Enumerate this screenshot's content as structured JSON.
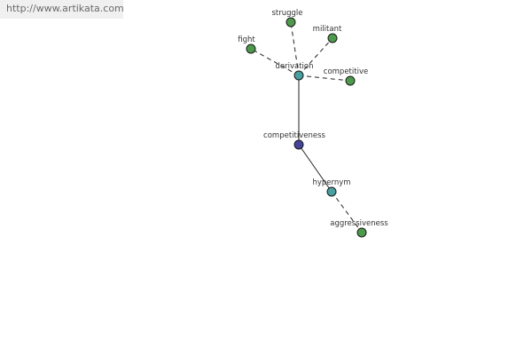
{
  "source_url": "http://www.artikata.com",
  "colors": {
    "root": "#44449a",
    "relation": "#4aa0a0",
    "word": "#4d9a4d"
  },
  "nodes": [
    {
      "id": "competitiveness",
      "label": "competitiveness",
      "kind": "root"
    },
    {
      "id": "derivation",
      "label": "derivation",
      "kind": "relation"
    },
    {
      "id": "hypernym",
      "label": "hypernym",
      "kind": "relation"
    },
    {
      "id": "struggle",
      "label": "struggle",
      "kind": "word"
    },
    {
      "id": "militant",
      "label": "militant",
      "kind": "word"
    },
    {
      "id": "fight",
      "label": "fight",
      "kind": "word"
    },
    {
      "id": "competitive",
      "label": "competitive",
      "kind": "word"
    },
    {
      "id": "aggressiveness",
      "label": "aggressiveness",
      "kind": "word"
    }
  ],
  "edges": [
    {
      "from": "competitiveness",
      "to": "derivation",
      "style": "solid"
    },
    {
      "from": "competitiveness",
      "to": "hypernym",
      "style": "solid"
    },
    {
      "from": "derivation",
      "to": "struggle",
      "style": "dashed"
    },
    {
      "from": "derivation",
      "to": "militant",
      "style": "dashed"
    },
    {
      "from": "derivation",
      "to": "fight",
      "style": "dashed"
    },
    {
      "from": "derivation",
      "to": "competitive",
      "style": "dashed"
    },
    {
      "from": "hypernym",
      "to": "aggressiveness",
      "style": "dashed"
    }
  ]
}
